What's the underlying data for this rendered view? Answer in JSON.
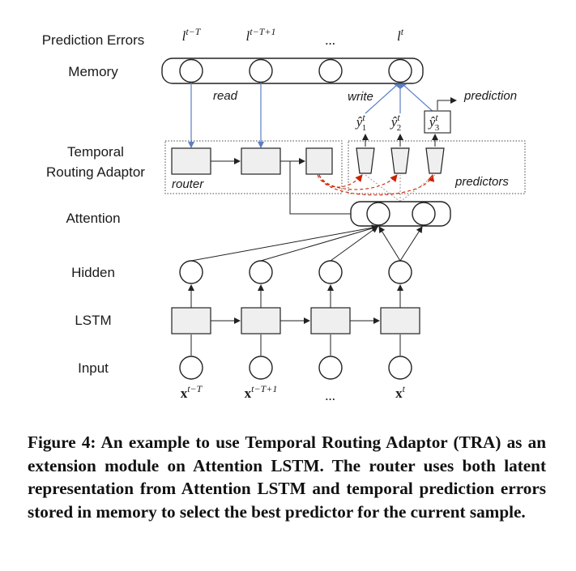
{
  "rows": {
    "prediction_errors": "Prediction Errors",
    "memory": "Memory",
    "tra_line1": "Temporal",
    "tra_line2": "Routing Adaptor",
    "attention": "Attention",
    "hidden": "Hidden",
    "lstm": "LSTM",
    "input": "Input"
  },
  "errors": [
    {
      "base": "l",
      "sup": "t−T"
    },
    {
      "base": "l",
      "sup": "t−T+1"
    },
    {
      "base": "...",
      "sup": ""
    },
    {
      "base": "l",
      "sup": "t"
    }
  ],
  "inputs": [
    {
      "base": "x",
      "sup": "t−T"
    },
    {
      "base": "x",
      "sup": "t−T+1"
    },
    {
      "base": "...",
      "sup": ""
    },
    {
      "base": "x",
      "sup": "t"
    }
  ],
  "outputs": [
    {
      "base": "ŷ",
      "sup": "t",
      "sub": "1"
    },
    {
      "base": "ŷ",
      "sup": "t",
      "sub": "2"
    },
    {
      "base": "ŷ",
      "sup": "t",
      "sub": "3"
    }
  ],
  "annotations": {
    "read": "read",
    "write": "write",
    "prediction": "prediction",
    "router": "router",
    "predictors": "predictors"
  },
  "colors": {
    "memory_link": "#5b7fc4",
    "routing_arrow": "#cc2200",
    "cell_fill": "#efefef"
  },
  "caption": "Figure 4: An example to use Temporal Routing Adaptor (TRA) as an extension module on Attention LSTM. The router uses both latent representation from Attention LSTM and temporal prediction errors stored in memory to select the best predictor for the current sample."
}
